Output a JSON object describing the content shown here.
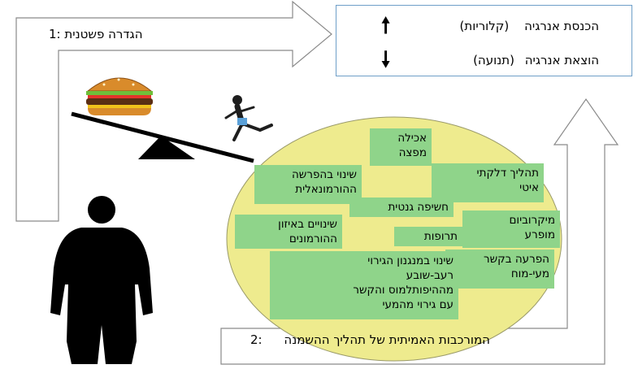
{
  "definition_simple": {
    "number": "1:",
    "text": "הגדרה פשטנית"
  },
  "definition_complex": {
    "number": "2:",
    "text": "המורכבות האמיתית של תהליך ההשמנה"
  },
  "energy": {
    "intake_label": "הכנסת אנרגיה",
    "intake_detail": "(קלוריות)",
    "intake_arrow": "up-arrow-icon",
    "expenditure_label": "הוצאת אנרגיה",
    "expenditure_detail": "(תנועה)",
    "expenditure_arrow": "down-arrow-icon"
  },
  "icons": [
    "hamburger-icon",
    "runner-icon",
    "scale-seesaw-icon",
    "obese-person-silhouette-icon"
  ],
  "colors": {
    "circle_fill": "#eeeb8e",
    "factor_fill": "#8fd48a",
    "frame_border": "#6f9fc8",
    "arrow_outline": "#8a8a8a"
  },
  "factors": {
    "overeating": [
      "אכילה",
      "מפצה"
    ],
    "hormonal_secretion": [
      "שינוי בהפרשה",
      "ההורמונאלית"
    ],
    "inflammation": [
      "תהליך דלקתי",
      "איטי"
    ],
    "genetic": [
      "חשיפה גנטית"
    ],
    "hormonal_balance": [
      "שינויים באיזון",
      "ההורמונים"
    ],
    "microbiome": [
      "מיקרוביום",
      "מופרע"
    ],
    "medications": [
      "תרופות"
    ],
    "gut_brain": [
      "הפרעה בקשר",
      "מעי-מוח"
    ],
    "satiety": [
      "שינוי במנגנון הגירוי",
      "רעב-שובע",
      "מההיפותלמוס והקשר",
      "עם גירוי מהמעי"
    ]
  }
}
